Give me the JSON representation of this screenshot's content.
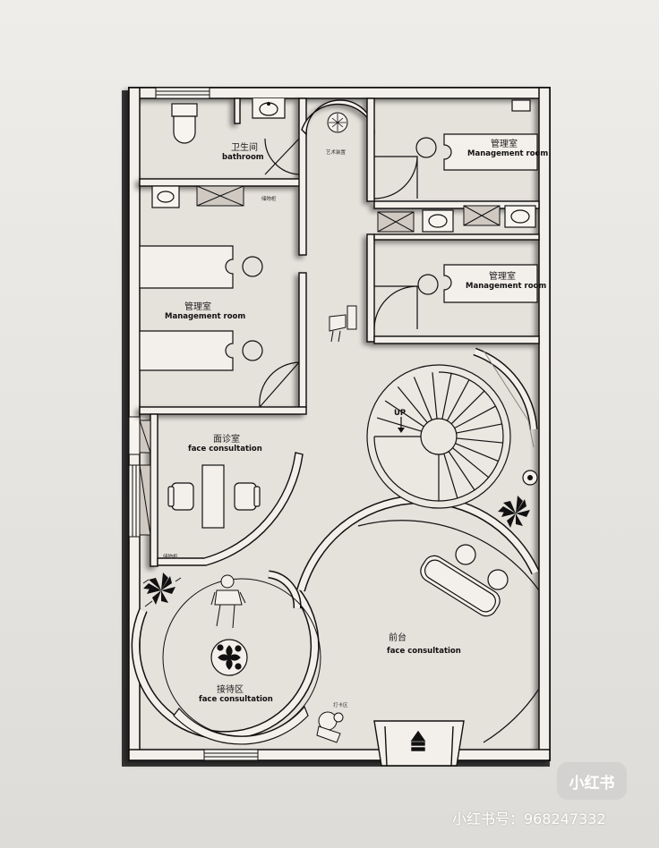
{
  "rooms": {
    "bathroom": {
      "cn": "卫生间",
      "en": "bathroom"
    },
    "art_installation": {
      "cn": "艺术装置"
    },
    "mgmt_top_right": {
      "cn": "管理室",
      "en": "Management room"
    },
    "storage_cabinet": {
      "cn": "储物柜"
    },
    "mgmt_left": {
      "cn": "管理室",
      "en": "Management room"
    },
    "mgmt_mid_right": {
      "cn": "管理室",
      "en": "Management room"
    },
    "consult": {
      "cn": "面诊室",
      "en": "face consultation"
    },
    "side_label": {
      "cn": "储物柜"
    },
    "reception": {
      "cn": "前台",
      "en": "face consultation"
    },
    "waiting": {
      "cn": "接待区",
      "en": "face consultation"
    },
    "photo_spot": {
      "cn": "打卡区"
    }
  },
  "stairs": {
    "label": "UP"
  },
  "watermark": {
    "badge": "小红书",
    "id": "小红书号：968247332"
  },
  "colors": {
    "floor": "#e6e2dc",
    "wall": "#0e0e0e",
    "wall_fill": "#f3efea"
  }
}
